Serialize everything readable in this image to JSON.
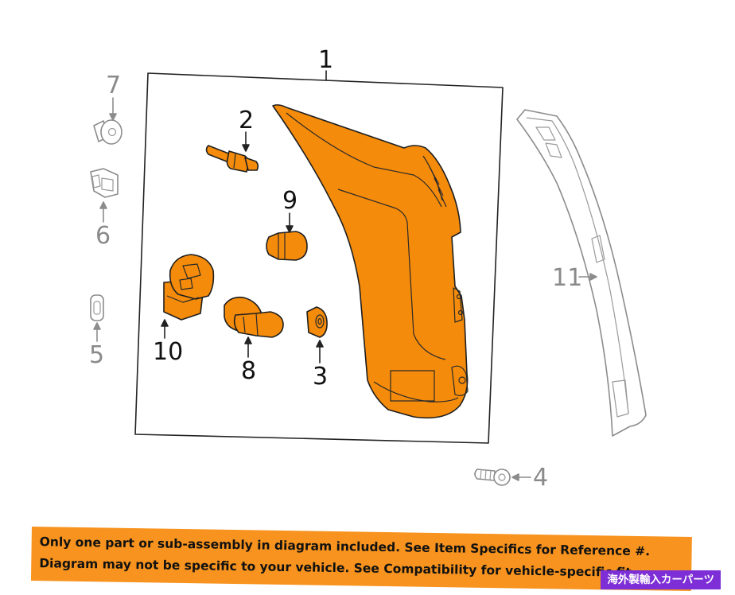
{
  "callouts": {
    "c1": "1",
    "c2": "2",
    "c3": "3",
    "c4": "4",
    "c5": "5",
    "c6": "6",
    "c7": "7",
    "c8": "8",
    "c9": "9",
    "c10": "10",
    "c11": "11"
  },
  "colors": {
    "part_highlight": "#f58b0a",
    "banner": "#f7931e",
    "watermark_bg": "#7d2ed6",
    "unhighlighted_part": "#8c8c8c"
  },
  "banner": {
    "line1": "Only one part or sub-assembly in diagram included. See Item Specifics for Reference #.",
    "line2": "Diagram may not be specific to your vehicle. See Compatibility for vehicle-specific fit."
  },
  "watermark": {
    "text": "海外製輸入カーパーツ"
  }
}
